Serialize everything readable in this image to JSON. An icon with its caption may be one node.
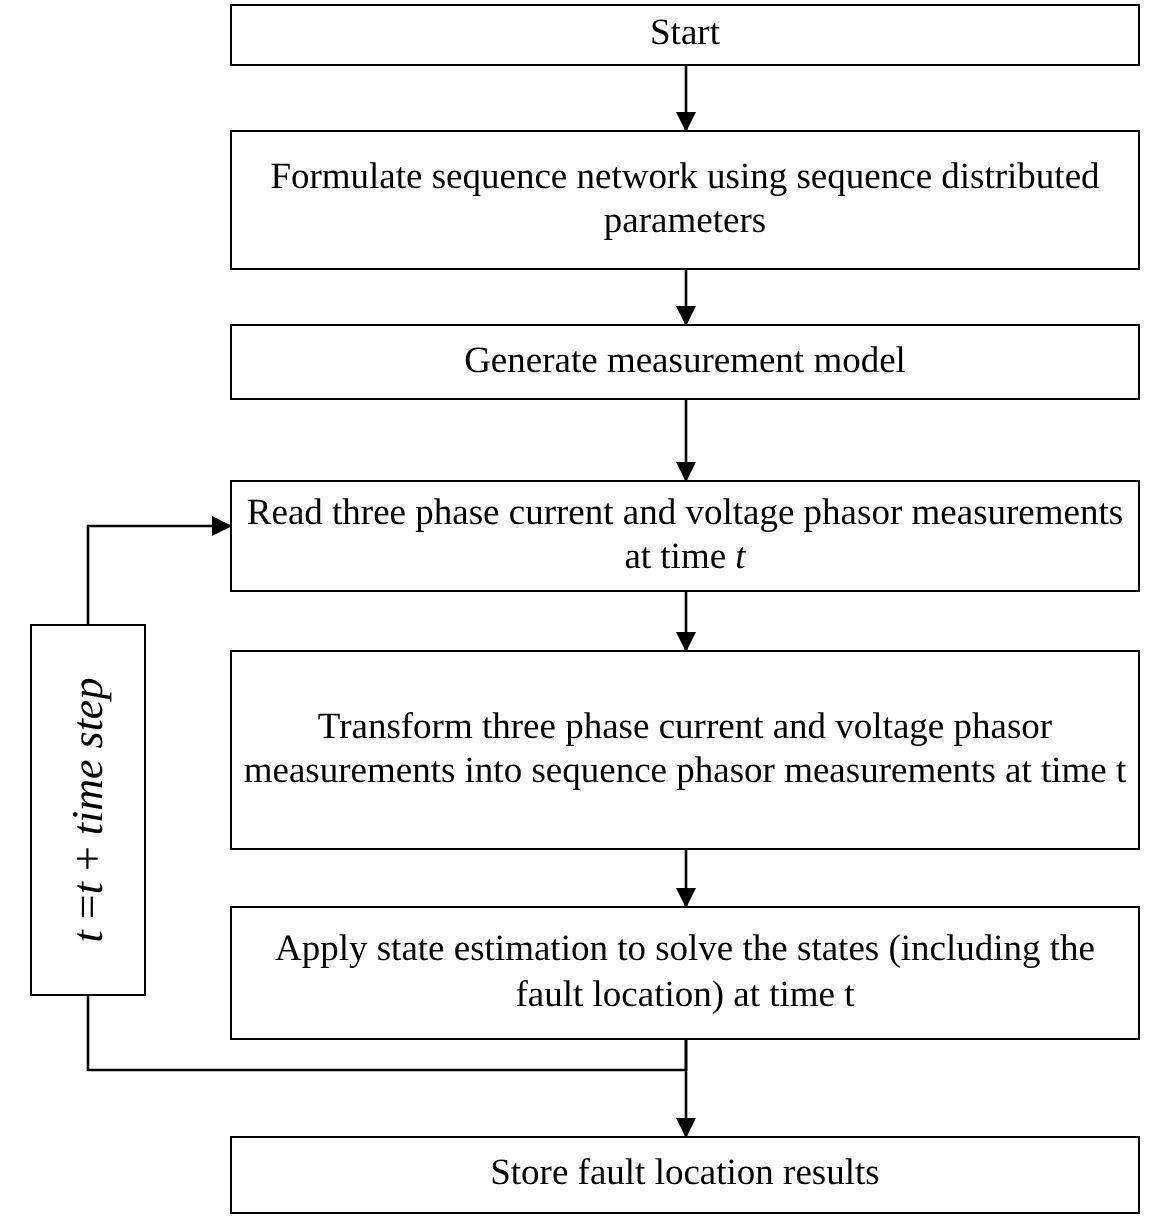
{
  "diagram": {
    "nodes": [
      {
        "text": [
          "Start"
        ]
      },
      {
        "text": [
          "Formulate sequence network using sequence distributed parameters"
        ]
      },
      {
        "text": [
          "Generate measurement model"
        ]
      },
      {
        "text": [
          "Read three phase current and voltage phasor measurements at time *t*"
        ]
      },
      {
        "text": [
          "Transform three phase current and voltage phasor measurements into sequence phasor measurements at time t"
        ]
      },
      {
        "text": [
          "Apply state estimation to solve the states (including the fault location) at time t"
        ]
      },
      {
        "text": [
          "Store fault location results"
        ]
      },
      {
        "text": [
          "*t* =*t* + *time step*"
        ]
      }
    ],
    "edges": [
      {
        "from": 0,
        "to": 1,
        "arrow": "to"
      },
      {
        "from": 1,
        "to": 2,
        "arrow": "to"
      },
      {
        "from": 2,
        "to": 3,
        "arrow": "to"
      },
      {
        "from": 3,
        "to": 4,
        "arrow": "to"
      },
      {
        "from": 4,
        "to": 5,
        "arrow": "to"
      },
      {
        "from": 5,
        "to": 6,
        "arrow": "to"
      },
      {
        "from": 5,
        "to": 7,
        "arrow": "none"
      },
      {
        "from": 7,
        "to": 3,
        "arrow": "to"
      }
    ]
  }
}
